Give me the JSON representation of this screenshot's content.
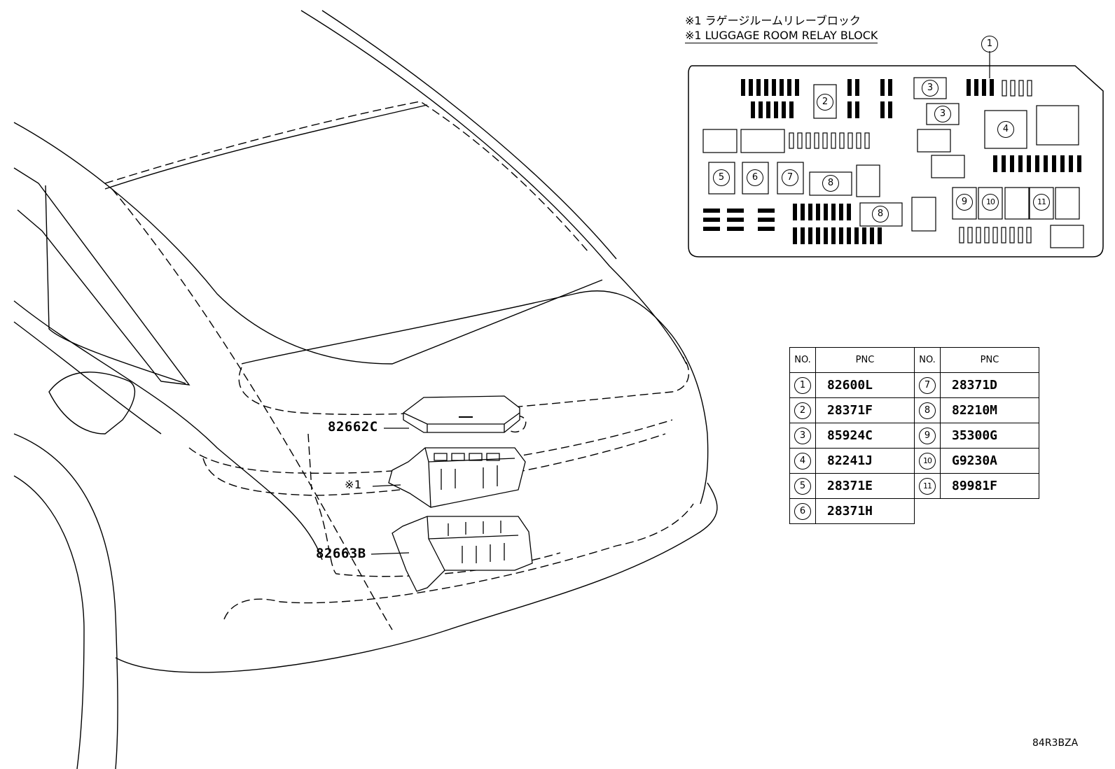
{
  "legend": {
    "line_jp": "※1 ラゲージルームリレーブロック",
    "line_en": "※1 LUGGAGE ROOM RELAY BLOCK"
  },
  "callouts": {
    "cover": "82662C",
    "relay_block": "※1",
    "lower_case": "82663B"
  },
  "relay_block_numbers": [
    "1",
    "2",
    "3",
    "3",
    "4",
    "5",
    "6",
    "7",
    "8",
    "8",
    "9",
    "10",
    "11"
  ],
  "table": {
    "headers": [
      "NO.",
      "PNC",
      "NO.",
      "PNC"
    ],
    "rows": [
      {
        "no": "1",
        "pnc": "82600L"
      },
      {
        "no": "2",
        "pnc": "28371F"
      },
      {
        "no": "3",
        "pnc": "85924C"
      },
      {
        "no": "4",
        "pnc": "82241J"
      },
      {
        "no": "5",
        "pnc": "28371E"
      },
      {
        "no": "6",
        "pnc": "28371H"
      },
      {
        "no": "7",
        "pnc": "28371D"
      },
      {
        "no": "8",
        "pnc": "82210M"
      },
      {
        "no": "9",
        "pnc": "35300G"
      },
      {
        "no": "10",
        "pnc": "G9230A"
      },
      {
        "no": "11",
        "pnc": "89981F"
      }
    ]
  },
  "diagram_code": "84R3BZA"
}
